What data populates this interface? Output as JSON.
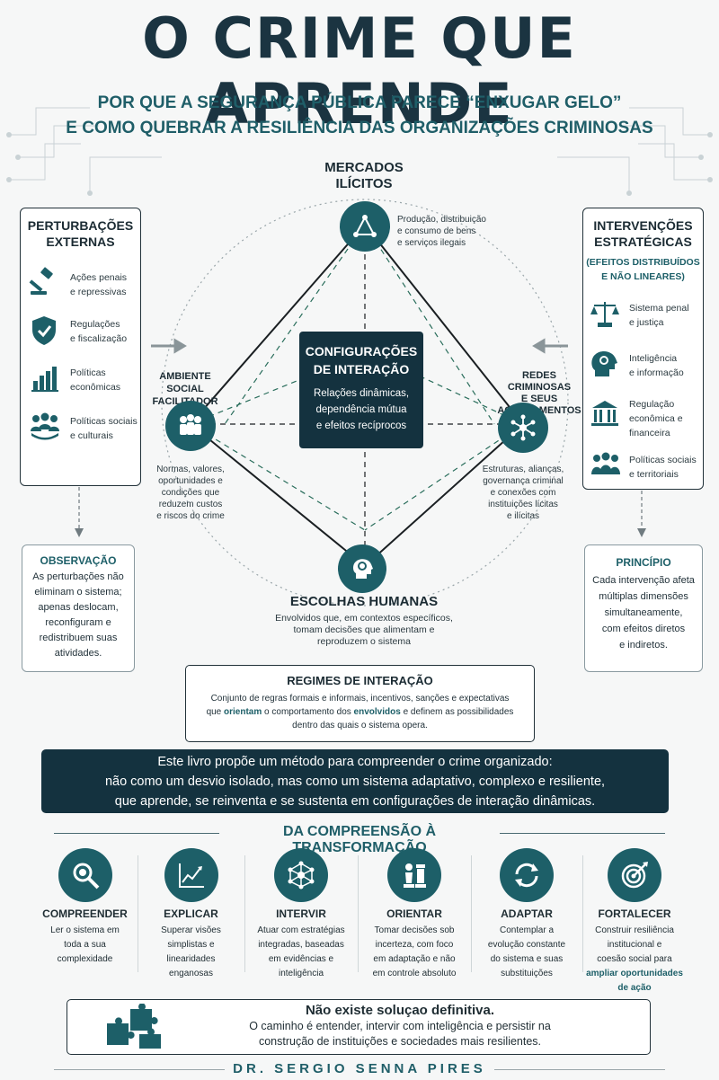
{
  "header": {
    "title": "O CRIME QUE APRENDE",
    "subtitle_line1": "POR QUE A SEGURANÇA PÚBLICA PARECE “ENXUGAR GELO”",
    "subtitle_line2": "E COMO QUEBRAR A RESILIÊNCIA DAS ORGANIZAÇÕES CRIMINOSAS"
  },
  "left_panel": {
    "title_line1": "PERTURBAÇÕES",
    "title_line2": "EXTERNAS",
    "items": [
      {
        "icon": "gavel-icon",
        "line1": "Ações penais",
        "line2": "e repressivas"
      },
      {
        "icon": "shield-check-icon",
        "line1": "Regulações",
        "line2": "e fiscalização"
      },
      {
        "icon": "bar-chart-icon",
        "line1": "Políticas",
        "line2": "econômicas"
      },
      {
        "icon": "people-icon",
        "line1": "Políticas sociais",
        "line2": "e culturais"
      }
    ]
  },
  "right_panel": {
    "title_line1": "INTERVENÇÕES",
    "title_line2": "ESTRATÉGICAS",
    "sub_line1": "(EFEITOS DISTRIBUÍDOS",
    "sub_line2": "E NÃO LINEARES)",
    "items": [
      {
        "icon": "scales-icon",
        "line1": "Sistema penal",
        "line2": "e justiça",
        "line3": ""
      },
      {
        "icon": "brain-gear-icon",
        "line1": "Inteligência",
        "line2": "e informação",
        "line3": ""
      },
      {
        "icon": "bank-icon",
        "line1": "Regulação",
        "line2": "econômica e",
        "line3": "financeira"
      },
      {
        "icon": "people-icon",
        "line1": "Políticas sociais",
        "line2": "e territoriais",
        "line3": ""
      }
    ]
  },
  "observacao": {
    "title": "OBSERVAÇÃO",
    "lines": [
      "As perturbações não",
      "eliminam o sistema;",
      "apenas deslocam,",
      "reconfiguram e",
      "redistribuem suas",
      "atividades."
    ]
  },
  "principio": {
    "title": "PRINCÍPIO",
    "lines": [
      "Cada intervenção afeta",
      "múltiplas dimensões",
      "simultaneamente,",
      "com efeitos diretos",
      "e indiretos."
    ]
  },
  "diagram": {
    "top": {
      "title_line1": "MERCADOS",
      "title_line2": "ILÍCITOS",
      "desc": [
        "Produção, distribuição",
        "e consumo de bens",
        "e serviços ilegais"
      ]
    },
    "left": {
      "title_line1": "AMBIENTE SOCIAL",
      "title_line2": "FACILITADOR",
      "desc": [
        "Normas, valores,",
        "oportunidades e",
        "condições que",
        "reduzem custos",
        "e riscos do crime"
      ]
    },
    "right": {
      "title_line1": "REDES CRIMINOSAS",
      "title_line2": "E SEUS",
      "title_line3": "ACOPLAMENTOS",
      "desc": [
        "Estruturas, alianças,",
        "governança criminal",
        "e conexões com",
        "instituições lícitas",
        "e ilícitas"
      ]
    },
    "bottom": {
      "title": "ESCOLHAS HUMANAS",
      "desc": [
        "Envolvidos que, em contextos específicos,",
        "tomam decisões que alimentam e",
        "reproduzem o sistema"
      ]
    },
    "center": {
      "title_line1": "CONFIGURAÇÕES",
      "title_line2": "DE INTERAÇÃO",
      "desc": [
        "Relações dinâmicas,",
        "dependência mútua",
        "e efeitos recíprocos"
      ]
    }
  },
  "regimes": {
    "title": "REGIMES DE INTERAÇÃO",
    "line1": "Conjunto de regras formais e informais, incentivos, sanções e expectativas",
    "line2_a": "que ",
    "line2_b": "orientam",
    "line2_c": " o comportamento dos ",
    "line2_d": "envolvidos",
    "line2_e": " e definem as possibilidades",
    "line3": "dentro das quais o sistema opera."
  },
  "banner": {
    "line1": "Este livro propõe um método para compreender o crime organizado:",
    "line2": "não como um desvio isolado, mas como um sistema adaptativo, complexo e resiliente,",
    "line3": "que aprende, se reinventa e se sustenta em configurações de interação dinâmicas."
  },
  "transformacao": {
    "title": "DA COMPREENSÃO À TRANSFORMAÇÃO",
    "steps": [
      {
        "icon": "magnifier-icon",
        "title": "COMPREENDER",
        "lines": [
          "Ler o sistema em",
          "toda a sua",
          "complexidade"
        ],
        "highlight": []
      },
      {
        "icon": "trend-chart-icon",
        "title": "EXPLICAR",
        "lines": [
          "Superar visões",
          "simplistas e",
          "linearidades",
          "enganosas"
        ],
        "highlight": []
      },
      {
        "icon": "network-icon",
        "title": "INTERVIR",
        "lines": [
          "Atuar com estratégias",
          "integradas, baseadas",
          "em evidências e",
          "inteligência"
        ],
        "highlight": []
      },
      {
        "icon": "chess-icon",
        "title": "ORIENTAR",
        "lines": [
          "Tomar decisões sob",
          "incerteza, com foco",
          "em adaptação e não",
          "em controle absoluto"
        ],
        "highlight": []
      },
      {
        "icon": "cycle-icon",
        "title": "ADAPTAR",
        "lines": [
          "Contemplar a",
          "evolução constante",
          "do sistema e suas",
          "substituições"
        ],
        "highlight": []
      },
      {
        "icon": "target-icon",
        "title": "FORTALECER",
        "lines": [
          "Construir resiliência",
          "institucional e",
          "coesão social para"
        ],
        "highlight": [
          "ampliar oportunidades",
          "de ação"
        ]
      }
    ]
  },
  "conclusion": {
    "title": "Não existe soluçao definitiva.",
    "line1": "O caminho é entender, intervir com inteligência e persistir na",
    "line2": "construção de instituições e sociedades mais resilientes."
  },
  "author": "DR. SERGIO SENNA PIRES",
  "colors": {
    "teal": "#1d5f68",
    "navy": "#1b3441",
    "dark_box": "#14323f"
  }
}
